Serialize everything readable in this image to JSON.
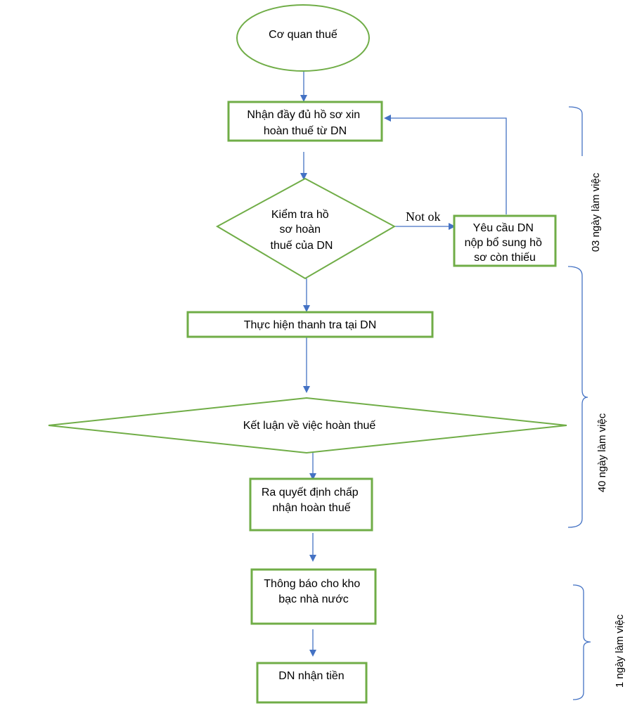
{
  "nodes": {
    "start": {
      "lines": [
        "Cơ quan thuế"
      ]
    },
    "receive": {
      "lines": [
        "Nhận đầy đủ hồ sơ xin",
        "hoàn thuế từ DN"
      ]
    },
    "check": {
      "lines": [
        "Kiểm tra hồ",
        "sơ hoàn",
        "thuế của DN"
      ]
    },
    "request": {
      "lines": [
        "Yêu cầu DN",
        "nộp bổ sung hồ",
        "sơ còn thiếu"
      ]
    },
    "inspect": {
      "lines": [
        "Thực hiện thanh tra tại DN"
      ]
    },
    "conclude": {
      "lines": [
        "Kết luận về việc hoàn thuế"
      ]
    },
    "decision": {
      "lines": [
        "Ra quyết định chấp",
        "nhận hoàn thuế"
      ]
    },
    "notify": {
      "lines": [
        "Thông báo cho kho",
        "bạc nhà nước"
      ]
    },
    "receive_money": {
      "lines": [
        "DN nhận tiền"
      ]
    }
  },
  "edge_labels": {
    "not_ok": "Not ok"
  },
  "durations": [
    {
      "label": "03 ngày làm việc"
    },
    {
      "label": "40 ngày làm việc"
    },
    {
      "label": "1 ngày làm việc"
    }
  ],
  "colors": {
    "node_border": "#70AD47",
    "arrow": "#4472C4",
    "bracket": "#4472C4",
    "text": "#000000"
  }
}
